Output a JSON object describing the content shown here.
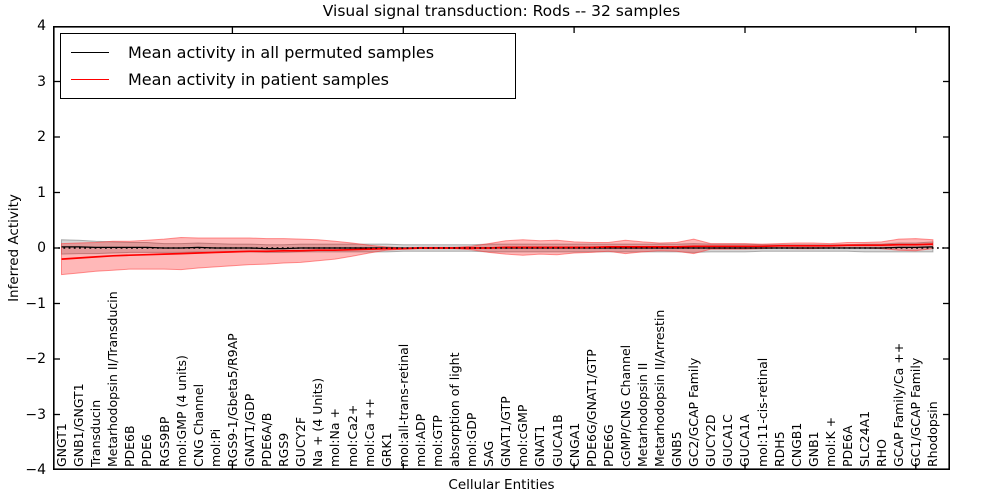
{
  "chart_data": {
    "type": "line",
    "title": "Visual signal transduction: Rods -- 32 samples",
    "xlabel": "Cellular Entities",
    "ylabel": "Inferred Activity",
    "ylim": [
      -4,
      4
    ],
    "yticks": [
      4,
      3,
      2,
      1,
      0,
      -1,
      -2,
      -3,
      -4
    ],
    "xtick_indices": [
      10,
      20,
      30,
      40,
      50
    ],
    "grid": false,
    "legend_position": "upper left",
    "zero_reference_line": {
      "value": 0,
      "style": "dotted",
      "color": "#000000"
    },
    "categories": [
      "GNGT1",
      "GNB1/GNGT1",
      "Transducin",
      "Metarhodopsin II/Transducin",
      "PDE6B",
      "PDE6",
      "RGS9BP",
      "mol:GMP (4 units)",
      "CNG Channel",
      "mol:Pi",
      "RGS9-1/Gbeta5/R9AP",
      "GNAT1/GDP",
      "PDE6A/B",
      "RGS9",
      "GUCY2F",
      "Na + (4 Units)",
      "mol:Na +",
      "mol:Ca2+",
      "mol:Ca ++",
      "GRK1",
      "mol:all-trans-retinal",
      "mol:ADP",
      "mol:GTP",
      "absorption of light",
      "mol:GDP",
      "SAG",
      "GNAT1/GTP",
      "mol:cGMP",
      "GNAT1",
      "GUCA1B",
      "CNGA1",
      "PDE6G/GNAT1/GTP",
      "PDE6G",
      "cGMP/CNG Channel",
      "Metarhodopsin II",
      "Metarhodopsin II/Arrestin",
      "GNB5",
      "GC2/GCAP Family",
      "GUCY2D",
      "GUCA1C",
      "GUCA1A",
      "mol:11-cis-retinal",
      "RDH5",
      "CNGB1",
      "GNB1",
      "mol:K +",
      "PDE6A",
      "SLC24A1",
      "RHO",
      "GCAP Family/Ca ++",
      "GC1/GCAP Family",
      "Rhodopsin"
    ],
    "series": [
      {
        "name": "Mean activity in all permuted samples",
        "color": "#000000",
        "band_fill": "rgba(120,120,120,0.30)",
        "band_edge": "rgba(90,90,90,0.45)",
        "values": [
          0.02,
          0.02,
          0.01,
          0.01,
          0.01,
          0.01,
          0.0,
          0.0,
          0.01,
          0.0,
          0.0,
          0.0,
          -0.01,
          -0.01,
          0.0,
          0.0,
          0.0,
          0.0,
          0.0,
          0.0,
          0.0,
          0.0,
          0.0,
          0.0,
          0.0,
          0.0,
          0.0,
          0.0,
          0.0,
          0.0,
          0.0,
          0.0,
          0.0,
          0.0,
          0.0,
          0.0,
          0.0,
          0.0,
          0.0,
          0.0,
          0.0,
          0.0,
          0.0,
          0.0,
          0.0,
          0.0,
          0.0,
          0.0,
          0.0,
          0.01,
          0.01,
          0.02
        ],
        "std": [
          0.13,
          0.12,
          0.11,
          0.1,
          0.09,
          0.09,
          0.08,
          0.08,
          0.08,
          0.08,
          0.07,
          0.07,
          0.07,
          0.07,
          0.07,
          0.07,
          0.07,
          0.07,
          0.07,
          0.07,
          0.06,
          0.06,
          0.06,
          0.06,
          0.06,
          0.07,
          0.07,
          0.07,
          0.07,
          0.07,
          0.07,
          0.07,
          0.07,
          0.07,
          0.07,
          0.07,
          0.07,
          0.08,
          0.07,
          0.07,
          0.07,
          0.06,
          0.06,
          0.06,
          0.06,
          0.06,
          0.06,
          0.07,
          0.07,
          0.08,
          0.08,
          0.09
        ]
      },
      {
        "name": "Mean activity in patient samples",
        "color": "#ff0000",
        "band_fill": "rgba(255,0,0,0.28)",
        "band_edge": "rgba(255,60,60,0.55)",
        "values": [
          -0.2,
          -0.18,
          -0.16,
          -0.14,
          -0.13,
          -0.12,
          -0.11,
          -0.1,
          -0.09,
          -0.08,
          -0.07,
          -0.06,
          -0.06,
          -0.05,
          -0.05,
          -0.04,
          -0.04,
          -0.03,
          -0.02,
          -0.01,
          -0.01,
          0.0,
          0.0,
          0.0,
          0.0,
          0.0,
          0.01,
          0.01,
          0.01,
          0.01,
          0.01,
          0.01,
          0.02,
          0.02,
          0.02,
          0.02,
          0.02,
          0.03,
          0.03,
          0.03,
          0.03,
          0.03,
          0.04,
          0.04,
          0.04,
          0.04,
          0.05,
          0.05,
          0.05,
          0.06,
          0.06,
          0.07
        ],
        "std": [
          0.28,
          0.27,
          0.26,
          0.26,
          0.25,
          0.26,
          0.27,
          0.29,
          0.27,
          0.26,
          0.25,
          0.24,
          0.23,
          0.22,
          0.21,
          0.19,
          0.16,
          0.12,
          0.07,
          0.03,
          0.01,
          0.01,
          0.01,
          0.01,
          0.03,
          0.08,
          0.12,
          0.14,
          0.12,
          0.13,
          0.1,
          0.09,
          0.08,
          0.12,
          0.09,
          0.07,
          0.08,
          0.13,
          0.05,
          0.05,
          0.05,
          0.04,
          0.04,
          0.05,
          0.05,
          0.04,
          0.05,
          0.05,
          0.06,
          0.1,
          0.11,
          0.08
        ]
      }
    ]
  }
}
